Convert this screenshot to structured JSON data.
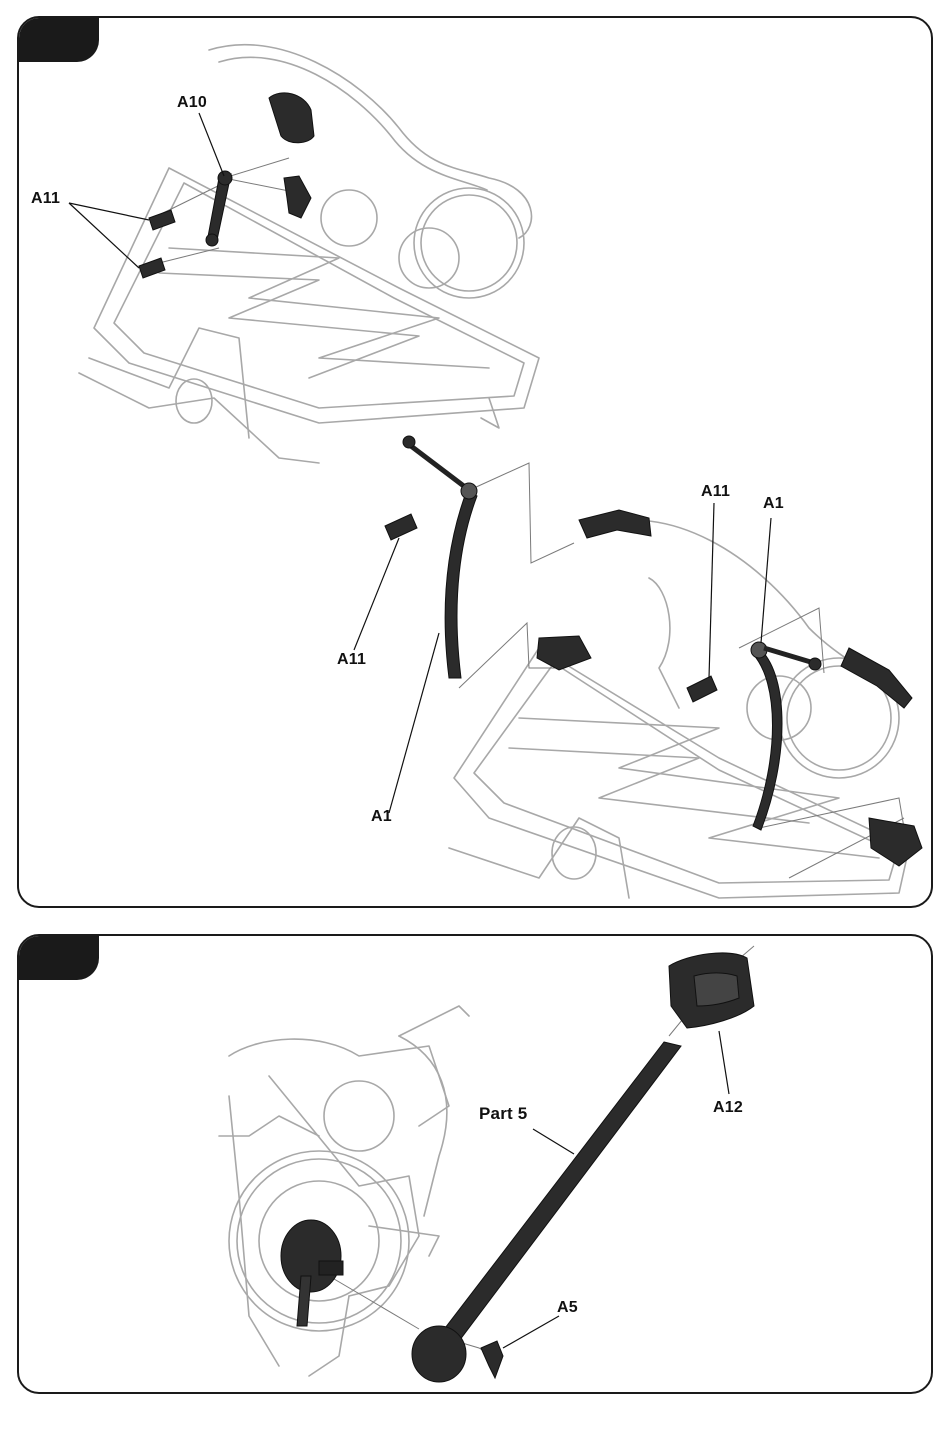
{
  "panels": [
    {
      "labels": {
        "a10": "A10",
        "a11_top": "A11",
        "a11_mid": "A11",
        "a11_right": "A11",
        "a1_bottom": "A1",
        "a1_right": "A1"
      }
    },
    {
      "labels": {
        "part5": "Part  5",
        "a12": "A12",
        "a5": "A5"
      }
    }
  ],
  "colors": {
    "ink": "#1a1a1a",
    "line": "#9a9a9a",
    "part": "#2b2b2b"
  }
}
